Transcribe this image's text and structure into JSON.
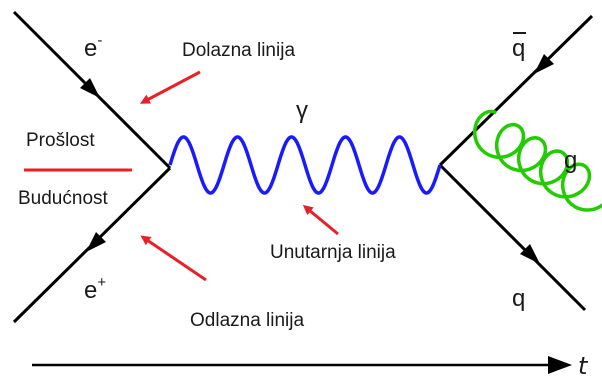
{
  "particles": {
    "electron": "e",
    "electron_sup": "-",
    "positron": "e",
    "positron_sup": "+",
    "photon": "γ",
    "antiquark": "q",
    "quark": "q",
    "gluon": "g"
  },
  "labels": {
    "incoming_line": "Dolazna linija",
    "internal_line": "Unutarnja linija",
    "outgoing_line": "Odlazna linija",
    "past": "Prošlost",
    "future": "Budućnost"
  },
  "time_axis": {
    "label": "t"
  },
  "colors": {
    "fermion_line": "#000000",
    "photon": "#1a1aff",
    "gluon": "#22cc00",
    "annotation_arrow": "#e8202a",
    "time_arrow": "#000000"
  }
}
